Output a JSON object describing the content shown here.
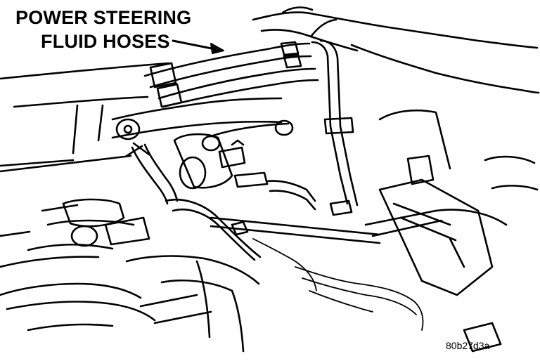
{
  "diagram": {
    "callout": {
      "line1": "POWER STEERING",
      "line2": "FLUID HOSES"
    },
    "figure_id": "80b27d3a"
  },
  "colors": {
    "ink": "#000000",
    "paper": "#ffffff"
  }
}
